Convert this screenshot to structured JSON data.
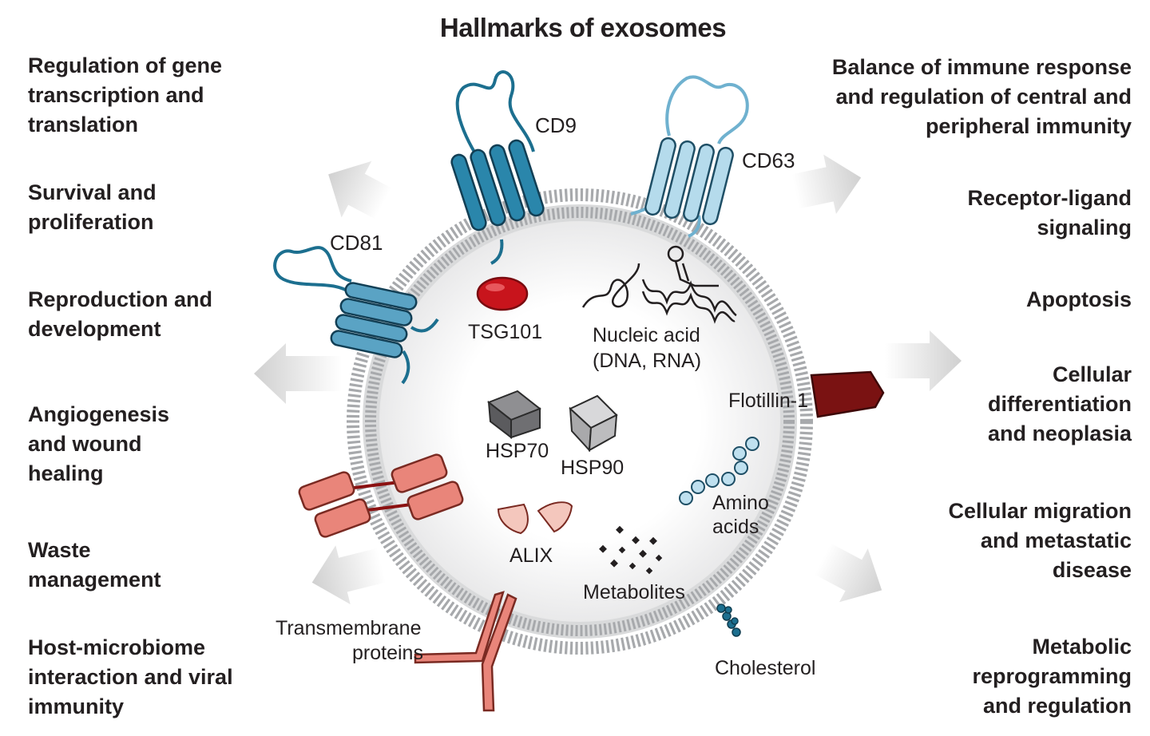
{
  "title": "Hallmarks of exosomes",
  "functions_left": [
    "Regulation of gene\ntranscription and\ntranslation",
    "Survival and\nproliferation",
    "Reproduction and\ndevelopment",
    "Angiogenesis\nand wound\nhealing",
    "Waste\nmanagement",
    "Host-microbiome\ninteraction and viral\nimmunity"
  ],
  "functions_right": [
    "Balance of immune response\nand regulation of central and\nperipheral immunity",
    "Receptor-ligand\nsignaling",
    "Apoptosis",
    "Cellular\ndifferentiation\nand neoplasia",
    "Cellular migration\nand metastatic\ndisease",
    "Metabolic\nreprogramming\nand regulation"
  ],
  "labels": {
    "cd9": "CD9",
    "cd63": "CD63",
    "cd81": "CD81",
    "tsg101": "TSG101",
    "nucleic_1": "Nucleic acid",
    "nucleic_2": "(DNA, RNA)",
    "hsp70": "HSP70",
    "hsp90": "HSP90",
    "flotillin": "Flotillin-1",
    "amino_1": "Amino",
    "amino_2": "acids",
    "alix": "ALIX",
    "metabolites": "Metabolites",
    "transmembrane_1": "Transmembrane",
    "transmembrane_2": "proteins",
    "cholesterol": "Cholesterol"
  },
  "colors": {
    "cd9": "#1c6f8f",
    "cd63": "#9ccde3",
    "cd81": "#4d9cbf",
    "tsg101": "#c8141c",
    "flotillin": "#7a1212",
    "transmembrane": "#e9857a",
    "membrane": "#a7a9ac",
    "arrow": "#dcdcdc"
  }
}
